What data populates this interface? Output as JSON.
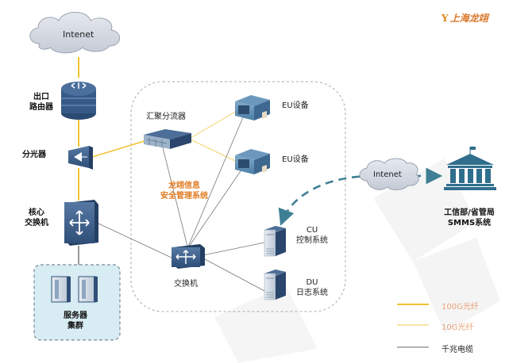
{
  "brand": {
    "mark": "Y",
    "name": "上海龙翊"
  },
  "colors": {
    "fiber_100g": "#f2c331",
    "fiber_10g": "#f5dc8a",
    "cable": "#777777",
    "device_blue": "#3b5f8a",
    "dash_blue": "#3f7f94",
    "orange_text": "#e07a1f",
    "server_cluster_bg": "#d7ecf3"
  },
  "nodes": {
    "internet_top": {
      "label": "Intenet"
    },
    "exit_router": {
      "label_line1": "出口",
      "label_line2": "路由器"
    },
    "splitter": {
      "label": "分光器"
    },
    "core_switch": {
      "label_line1": "核心",
      "label_line2": "交换机"
    },
    "server_cluster": {
      "label_line1": "服务器",
      "label_line2": "集群"
    },
    "aggregator": {
      "label": "汇聚分流器"
    },
    "eu_device_1": {
      "label": "EU设备"
    },
    "eu_device_2": {
      "label": "EU设备"
    },
    "security_system": {
      "label_line1": "龙翊信息",
      "label_line2": "安全管理系统"
    },
    "switch": {
      "label": "交换机"
    },
    "cu_system": {
      "label_line1": "CU",
      "label_line2": "控制系统"
    },
    "du_system": {
      "label_line1": "DU",
      "label_line2": "日志系统"
    },
    "internet_right": {
      "label": "Intenet"
    },
    "smms": {
      "label_line1": "工信部/省管局",
      "label_line2": "SMMS系统"
    }
  },
  "legend": [
    {
      "label": "100G光纤",
      "type": "fiber_100g"
    },
    {
      "label": "10G光纤",
      "type": "fiber_10g"
    },
    {
      "label": "千兆电缆",
      "type": "cable"
    }
  ]
}
